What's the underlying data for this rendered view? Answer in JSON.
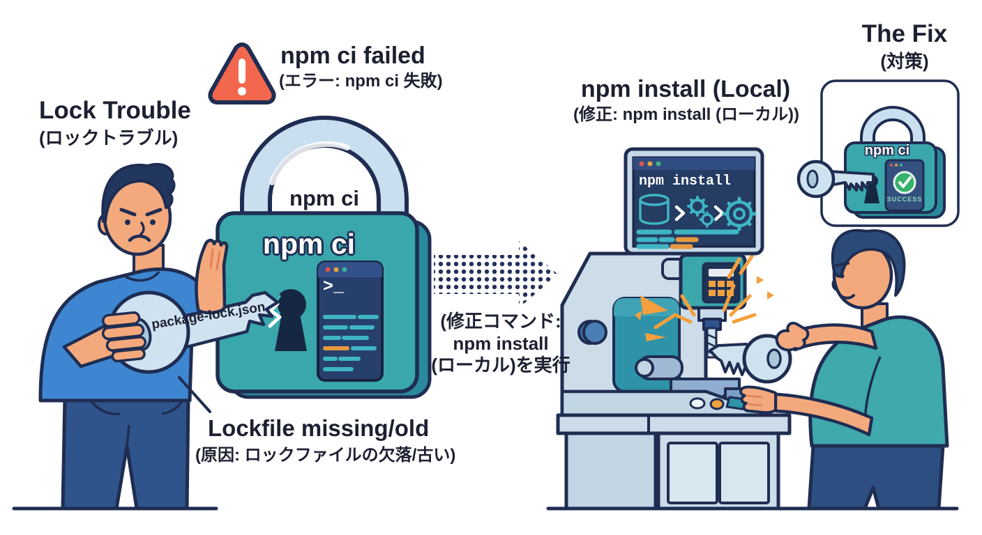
{
  "left_scene": {
    "title": "Lock Trouble",
    "subtitle": "(ロックトラブル)",
    "error_title": "npm ci failed",
    "error_subtitle": "(エラー: npm ci 失敗)",
    "lock_shackle_label": "npm ci",
    "lock_body_label": "npm ci",
    "key_label": "package-lock.json",
    "terminal_prompt": ">_",
    "cause_title": "Lockfile missing/old",
    "cause_subtitle": "(原因: ロックファイルの欠落/古い)"
  },
  "middle": {
    "note_line1": "(修正コマンド:",
    "note_line2": "npm install",
    "note_line3": "(ローカル)を実行"
  },
  "right_scene": {
    "title": "npm install (Local)",
    "subtitle": "(修正: npm install (ローカル))",
    "monitor_command": "npm install"
  },
  "fix_panel": {
    "title": "The Fix",
    "subtitle": "(対策)",
    "lock_label": "npm ci",
    "success_label": "SUCCESS"
  },
  "colors": {
    "outline_navy": "#1f2d52",
    "text_dark": "#1c2030",
    "lock_teal": "#3aa7ad",
    "lock_teal_dark": "#2a8a9c",
    "shackle_blue": "#c9dfef",
    "key_blue": "#cfe2ef",
    "terminal_navy": "#27406b",
    "titlebar_blue": "#33518a",
    "code_teal": "#3fb5c4",
    "code_orange": "#e8993f",
    "warning_orange": "#f2674d",
    "spark_orange": "#f5a03c",
    "skin": "#f4a97d",
    "shirt_blue": "#3e86d1",
    "shirt_teal": "#3fa9ad",
    "jeans_navy": "#2f548c",
    "machine_blue": "#ccdce9",
    "machine_teal": "#2e93a8",
    "success_green": "#35b36a"
  }
}
